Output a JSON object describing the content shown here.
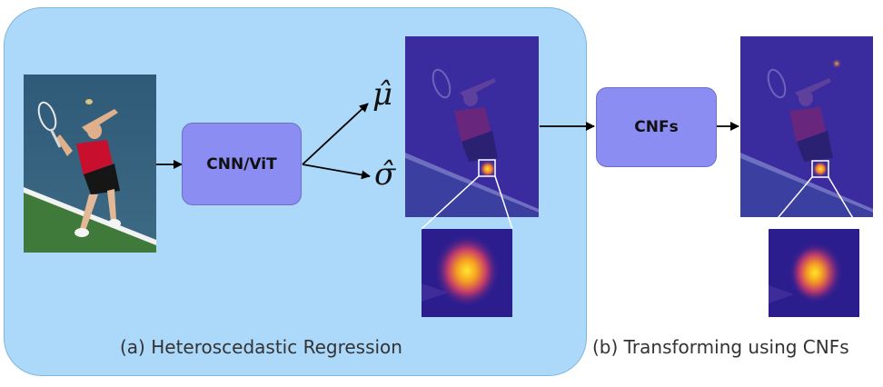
{
  "blocks": {
    "network_label": "CNN/ViT",
    "cnf_label": "CNFs"
  },
  "outputs": {
    "mu_symbol": "μ̂",
    "sigma_symbol": "σ̂"
  },
  "captions": {
    "a": "(a) Heteroscedastic Regression",
    "b": "(b) Transforming using CNFs"
  },
  "colors": {
    "panel_a_fill": "#acd8f9",
    "block_fill": "#8c8df2",
    "heatmap_background": "#2a1f9e",
    "heatmap_peak": "#ffd21f"
  },
  "images": {
    "input": "tennis-player-photo",
    "heatmap_regression": "tennis-player-with-density-overlay",
    "heatmap_cnf": "tennis-player-with-density-overlay"
  }
}
